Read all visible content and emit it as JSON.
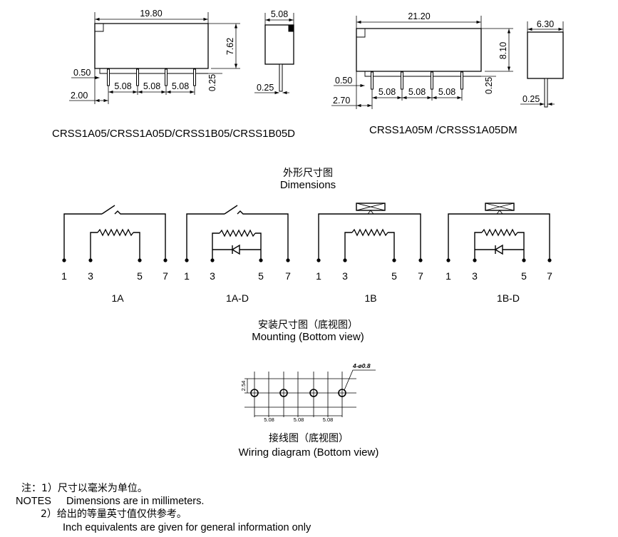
{
  "drawing_standard": {
    "length": "19.80",
    "width": "5.08",
    "height": "7.62",
    "base_offset": "0.50",
    "first_pin": "2.00",
    "pin_pitch": [
      "5.08",
      "5.08",
      "5.08"
    ],
    "pin_thickness": "0.25",
    "side_pin_thickness": "0.25",
    "caption": "CRSS1A05/CRSS1A05D/CRSS1B05/CRSS1B05D"
  },
  "drawing_m": {
    "length": "21.20",
    "width": "6.30",
    "height": "8.10",
    "base_offset": "0.50",
    "first_pin": "2.70",
    "pin_pitch": [
      "5.08",
      "5.08",
      "5.08"
    ],
    "pin_thickness": "0.25",
    "side_pin_thickness": "0.25",
    "caption": "CRSS1A05M /CRSSS1A05DM"
  },
  "dimensions_heading": {
    "cn": "外形尺寸图",
    "en": "Dimensions"
  },
  "circuits": [
    {
      "label": "1A",
      "pins": [
        "1",
        "3",
        "5",
        "7"
      ]
    },
    {
      "label": "1A-D",
      "pins": [
        "1",
        "3",
        "5",
        "7"
      ]
    },
    {
      "label": "1B",
      "pins": [
        "1",
        "3",
        "5",
        "7"
      ]
    },
    {
      "label": "1B-D",
      "pins": [
        "1",
        "3",
        "5",
        "7"
      ]
    }
  ],
  "mounting_heading": {
    "cn": "安装尺寸图（底视图）",
    "en": "Mounting (Bottom view)"
  },
  "hole_grid": {
    "hole_callout": "4-ø0.8",
    "row_pitch": "2.54",
    "hole_pitch": [
      "5.08",
      "5.08",
      "5.08"
    ]
  },
  "wiring_heading": {
    "cn": "接线图（底视图）",
    "en": "Wiring diagram (Bottom view)"
  },
  "notes": {
    "note1_cn": "注：1）尺寸以毫米为单位。",
    "note1_label": "NOTES",
    "note1_en": "Dimensions are in millimeters.",
    "note2_cn": "2）给出的等量英寸值仅供参考。",
    "note2_en": "Inch equivalents are given for general information only"
  }
}
